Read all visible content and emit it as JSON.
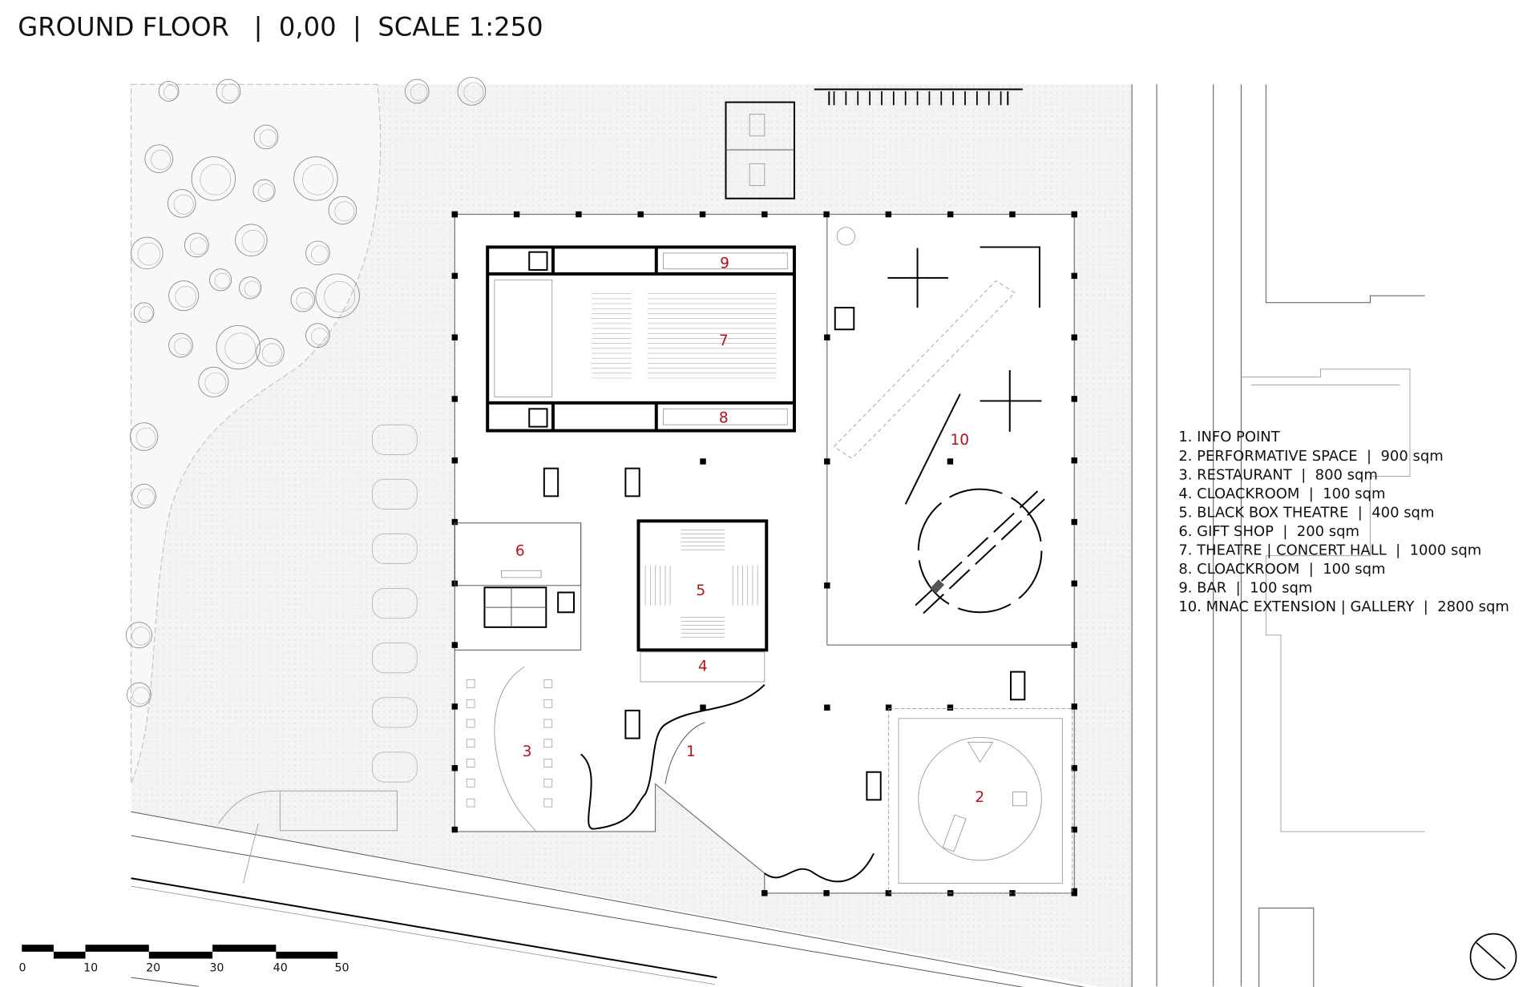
{
  "title": "GROUND FLOOR   |  0,00  |  SCALE 1:250",
  "legend": [
    "1. INFO POINT",
    "2. PERFORMATIVE SPACE  |  900 sqm",
    "3. RESTAURANT  |  800 sqm",
    "4. CLOACKROOM  |  100 sqm",
    "5. BLACK BOX THEATRE  |  400 sqm",
    "6. GIFT SHOP  |  200 sqm",
    "7. THEATRE | CONCERT HALL  |  1000 sqm",
    "8. CLOACKROOM  |  100 sqm",
    "9. BAR  |  100 sqm",
    "10. MNAC EXTENSION | GALLERY  |  2800 sqm"
  ],
  "rooms": {
    "r1": "1",
    "r2": "2",
    "r3": "3",
    "r4": "4",
    "r5": "5",
    "r6": "6",
    "r7": "7",
    "r8": "8",
    "r9": "9",
    "r10": "10"
  },
  "scale_bar": {
    "labels": [
      "0",
      "10",
      "20",
      "30",
      "40",
      "50"
    ]
  },
  "colors": {
    "room_number": "#b5121b",
    "site_fill": "#f2f2f2"
  },
  "icons": {
    "north": "north-arrow-icon"
  }
}
